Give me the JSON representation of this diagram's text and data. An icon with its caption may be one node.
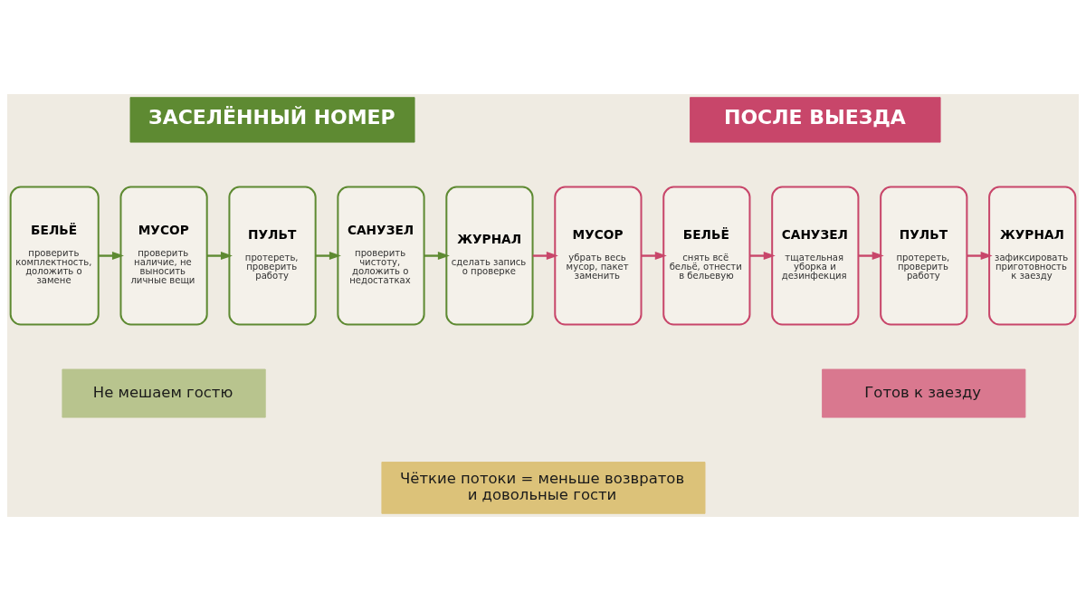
{
  "diagram": {
    "nodes": [
      {
        "text": [
          "ЗАСЕЛЁННЫЙ НОМЕР"
        ]
      },
      {
        "text": [
          "ПОСЛЕ ВЫЕЗДА"
        ]
      },
      {
        "text": [
          "БЕЛЬЁ",
          "проверить комплектность, доложить о замене"
        ]
      },
      {
        "text": [
          "МУСОР",
          "проверить наличие, не выносить личные вещи"
        ]
      },
      {
        "text": [
          "ПУЛЬТ",
          "протереть, проверить работу"
        ]
      },
      {
        "text": [
          "САНУЗЕЛ",
          "проверить чистоту, доложить о недостатках"
        ]
      },
      {
        "text": [
          "ЖУРНАЛ",
          "сделать запись о проверке"
        ]
      },
      {
        "text": [
          "МУСОР",
          "убрать весь мусор, пакет заменить"
        ]
      },
      {
        "text": [
          "БЕЛЬЁ",
          "снять всё бельё, отнести в бельевую"
        ]
      },
      {
        "text": [
          "САНУЗЕЛ",
          "тщательная уборка и дезинфекция"
        ]
      },
      {
        "text": [
          "ПУЛЬТ",
          "протереть, проверить работу"
        ]
      },
      {
        "text": [
          "ЖУРНАЛ",
          "зафиксировать приготовность к заезду"
        ]
      },
      {
        "text": [
          "Не мешаем гостю"
        ]
      },
      {
        "text": [
          "Готов к заезду"
        ]
      },
      {
        "text": [
          "Чёткие потоки = меньше возвратов и довольные гости"
        ]
      }
    ],
    "edges": [
      {
        "from": 2,
        "to": 3,
        "arrow": "to",
        "color": "#5e8a32"
      },
      {
        "from": 3,
        "to": 4,
        "arrow": "to",
        "color": "#5e8a32"
      },
      {
        "from": 4,
        "to": 5,
        "arrow": "to",
        "color": "#5e8a32"
      },
      {
        "from": 5,
        "to": 6,
        "arrow": "to",
        "color": "#5e8a32"
      },
      {
        "from": 6,
        "to": 7,
        "arrow": "to"
      },
      {
        "from": 7,
        "to": 8,
        "arrow": "to"
      },
      {
        "from": 8,
        "to": 9,
        "arrow": "to"
      },
      {
        "from": 9,
        "to": 10,
        "arrow": "to"
      },
      {
        "from": 10,
        "to": 11,
        "arrow": "to"
      }
    ]
  }
}
